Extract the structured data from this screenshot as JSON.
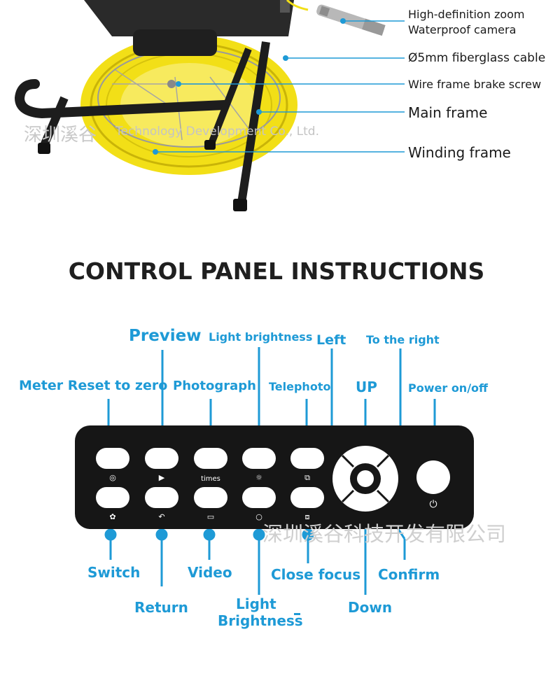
{
  "watermark": {
    "cn_top": "深圳溪谷",
    "en_top": "Technology Development Co., Ltd.",
    "cn_bottom": "深圳溪谷科技开发有限公司"
  },
  "product_callouts": {
    "camera_line1": "High-definition zoom",
    "camera_line2": "Waterproof camera",
    "cable": "Ø5mm fiberglass cable",
    "brake": "Wire frame brake screw",
    "main_frame": "Main frame",
    "winding": "Winding frame"
  },
  "section_title": "CONTROL PANEL INSTRUCTIONS",
  "panel_labels_top": {
    "preview": "Preview",
    "light_brightness": "Light brightness",
    "left": "Left",
    "to_the_right": "To the right",
    "meter_reset": "Meter Reset to zero",
    "photograph": "Photograph",
    "telephoto": "Telephoto",
    "up": "UP",
    "power": "Power on/off"
  },
  "panel_labels_bottom": {
    "switch": "Switch",
    "video": "Video",
    "close_focus": "Close focus",
    "confirm": "Confirm",
    "return": "Return",
    "light_line1": "Light",
    "light_line2": "Brightness",
    "down": "Down"
  },
  "panel_symbols": {
    "times": "times"
  },
  "colors": {
    "accent_blue": "#1e9ad6",
    "cable_yellow": "#f2df17",
    "panel_black": "#161616"
  }
}
